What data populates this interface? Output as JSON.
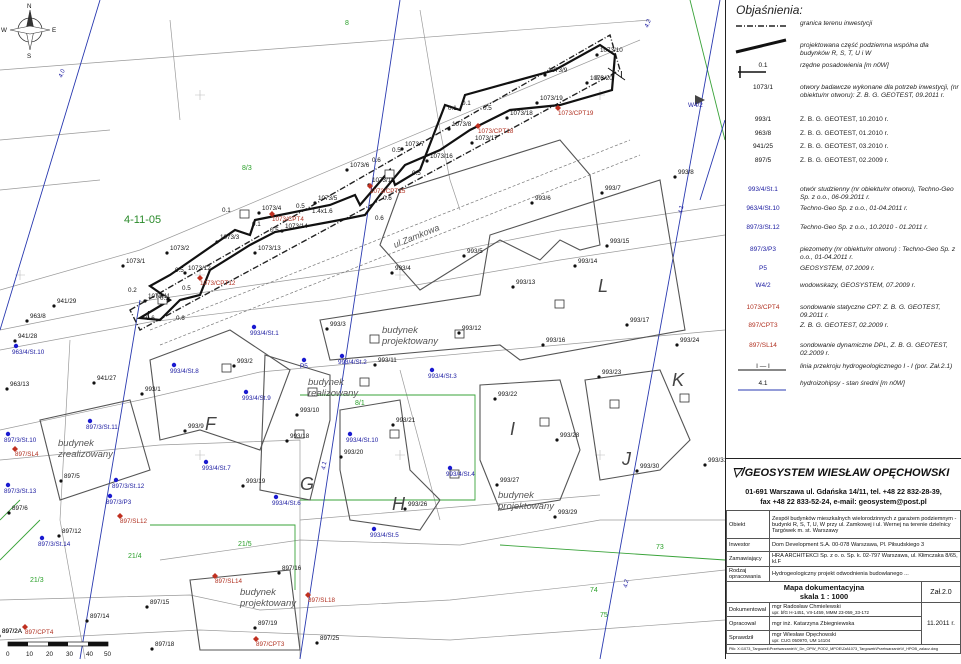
{
  "map": {
    "compass": {
      "n": "N",
      "s": "S",
      "e": "E",
      "w": "W"
    },
    "area_code": "4-11-05",
    "street": "ul.Zamkowa",
    "parcel_labels": [
      {
        "t": "8",
        "c": "g"
      },
      {
        "t": "8/3",
        "c": "g"
      },
      {
        "t": "8/1",
        "c": "g"
      },
      {
        "t": "21/3",
        "c": "g"
      },
      {
        "t": "21/4",
        "c": "g"
      },
      {
        "t": "21/5",
        "c": "g"
      },
      {
        "t": "73",
        "c": "g"
      },
      {
        "t": "74",
        "c": "g"
      },
      {
        "t": "75",
        "c": "g"
      },
      {
        "t": "1073/10"
      },
      {
        "t": "1073/20"
      },
      {
        "t": "1073/9"
      },
      {
        "t": "1073/19"
      },
      {
        "t": "1073/18"
      },
      {
        "t": "1073/8"
      },
      {
        "t": "1073/17"
      },
      {
        "t": "1073/7"
      },
      {
        "t": "1073/16"
      },
      {
        "t": "1073/6"
      },
      {
        "t": "1073/15"
      },
      {
        "t": "1073/5"
      },
      {
        "t": "1073/4"
      },
      {
        "t": "1073/14"
      },
      {
        "t": "1073/3"
      },
      {
        "t": "1073/13"
      },
      {
        "t": "1073/2"
      },
      {
        "t": "1073/12"
      },
      {
        "t": "1073/1"
      },
      {
        "t": "1073/11"
      },
      {
        "t": "993/8"
      },
      {
        "t": "993/7"
      },
      {
        "t": "993/6"
      },
      {
        "t": "993/5"
      },
      {
        "t": "993/4"
      },
      {
        "t": "993/3"
      },
      {
        "t": "993/2"
      },
      {
        "t": "993/1"
      },
      {
        "t": "993/15"
      },
      {
        "t": "993/14"
      },
      {
        "t": "993/13"
      },
      {
        "t": "993/12"
      },
      {
        "t": "993/11"
      },
      {
        "t": "993/17"
      },
      {
        "t": "993/16"
      },
      {
        "t": "993/24"
      },
      {
        "t": "993/23"
      },
      {
        "t": "993/22"
      },
      {
        "t": "993/21"
      },
      {
        "t": "993/20"
      },
      {
        "t": "993/10"
      },
      {
        "t": "993/9"
      },
      {
        "t": "993/28"
      },
      {
        "t": "993/30"
      },
      {
        "t": "993/31"
      },
      {
        "t": "993/27"
      },
      {
        "t": "993/26"
      },
      {
        "t": "993/29"
      },
      {
        "t": "993/19"
      },
      {
        "t": "993/18"
      },
      {
        "t": "963/8"
      },
      {
        "t": "963/13"
      },
      {
        "t": "941/29"
      },
      {
        "t": "941/28"
      },
      {
        "t": "941/27"
      },
      {
        "t": "897/2A"
      },
      {
        "t": "897/5"
      },
      {
        "t": "897/6"
      },
      {
        "t": "897/12"
      },
      {
        "t": "897/14"
      },
      {
        "t": "897/15"
      },
      {
        "t": "897/16"
      },
      {
        "t": "897/18"
      },
      {
        "t": "897/19"
      },
      {
        "t": "897/25"
      },
      {
        "t": "897/2A"
      }
    ],
    "blue_points": [
      "993/4/St.1",
      "993/4/St.2",
      "993/4/St.3",
      "993/4/St.4",
      "993/4/St.5",
      "993/4/St.6",
      "993/4/St.7",
      "993/4/St.8",
      "993/4/St.9",
      "993/4/St.10",
      "897/3/St.11",
      "897/3/St.12",
      "897/3/St.13",
      "897/3/St.14",
      "963/4/St.10",
      "897/3/St.10",
      "897/3/P3",
      "P5"
    ],
    "red_points": [
      "1073/CPT4",
      "1073/CPT12",
      "1073/CPT15",
      "1073/CPT18",
      "1073/CPT19",
      "897/SL4",
      "897/SL12",
      "897/SL14",
      "897/SL18",
      "897/CPT4",
      "897/CPT3"
    ],
    "buildings": [
      "F",
      "G",
      "H",
      "I",
      "J",
      "K",
      "L"
    ],
    "bud_text": [
      "budynek",
      "projektowany",
      "budynek",
      "realizowany",
      "budynek",
      "zrealizowany",
      "budynek",
      "projektowany",
      "budynek",
      "projektowany"
    ],
    "depths": [
      "0.1",
      "0.5",
      "0.5",
      "0.6",
      "0.1",
      "0.5",
      "0.6",
      "0.1",
      "0.5",
      "0.6",
      "1.4x1.6",
      "0.2",
      "0.5",
      "0.6",
      "0.1",
      "0.5",
      "0.6",
      "0.5",
      "0.1",
      "0.6"
    ],
    "isolines": [
      "4.0",
      "4.1",
      "4.2",
      "4.1",
      "4.2",
      "4.0",
      "4.1"
    ],
    "section": {
      "a": "I",
      "b": "I"
    },
    "w_points": [
      "W4/2"
    ],
    "scale": {
      "ticks": [
        "0",
        "10",
        "20",
        "30",
        "40",
        "50"
      ]
    }
  },
  "legend": {
    "title": "Objaśnienia:",
    "rows": [
      {
        "sym": "",
        "txt": "granica terenu inwestycji"
      },
      {
        "sym": "",
        "txt": "projektowana część podziemna wspólna dla budynków R, S, T, U i W"
      },
      {
        "sym": "0.1",
        "txt": "rzędne posadowienia [m n0W]"
      },
      {
        "sym": "1073/1",
        "txt": "otwory badawcze wykonane dla potrzeb inwestycji, (nr obiektu/nr otworu): Z. B. G. GEOTEST, 09.2011 r."
      },
      {
        "sym": "993/1",
        "txt": "Z. B. G. GEOTEST, 10.2010 r."
      },
      {
        "sym": "963/8",
        "txt": "Z. B. G. GEOTEST, 01.2010 r."
      },
      {
        "sym": "941/25",
        "txt": "Z. B. G. GEOTEST, 03.2010 r."
      },
      {
        "sym": "897/5",
        "txt": "Z. B. G. GEOTEST, 02.2009 r."
      },
      {
        "sym": "993/4/St.1",
        "txt": "otwór studzienny (nr obiektu/nr otworu), Techno-Geo Sp. z o.o., 06-09.2011 r."
      },
      {
        "sym": "963/4/St.10",
        "txt": "Techno-Geo Sp. z o.o., 01-04.2011 r."
      },
      {
        "sym": "897/3/St.12",
        "txt": "Techno-Geo Sp. z o.o., 10.2010 - 01.2011 r."
      },
      {
        "sym": "897/3/P3",
        "txt": "piezometry (nr obiektu/nr otworu) : Techno-Geo Sp. z o.o., 01-04.2011 r."
      },
      {
        "sym": "P5",
        "txt": "GEOSYSTEM, 07.2009 r."
      },
      {
        "sym": "W4/2",
        "txt": "wodowskazy, GEOSYSTEM, 07.2009 r."
      },
      {
        "sym": "1073/CPT4",
        "txt": "sondowanie statyczne CPT: Z. B. G. GEOTEST, 09.2011 r."
      },
      {
        "sym": "897/CPT3",
        "txt": "Z. B. G. GEOTEST, 02.2009 r."
      },
      {
        "sym": "897/SL14",
        "txt": "sondowanie dynamiczne DPL, Z. B. G. GEOTEST, 02.2009 r."
      },
      {
        "sym": "I — I",
        "txt": "linia przekroju hydrogeologicznego I - I (por. Zał.2.1)"
      },
      {
        "sym": "4.1",
        "txt": "hydroizohipsy - stan średni [m n0W]"
      }
    ],
    "company": {
      "name": "GEOSYSTEM WIESŁAW OPĘCHOWSKI",
      "address": "01-691 Warszawa ul. Gdańska 14/11, tel. +48 22 832-28-39,",
      "contact": "fax +48 22 833-52-24, e-mail: geosystem@post.pl"
    },
    "table": {
      "obiekt_label": "Obiekt",
      "obiekt": "Zespół budynków mieszkalnych wielorodzinnych z garażem podziemnym - budynki R, S, T, U, W przy ul. Zamkowej i ul. Wernej na terenie dzielnicy Targówek m. st. Warszawy",
      "inwestor_label": "Inwestor",
      "inwestor": "Dom Development S.A. 00-078 Warszawa, Pl. Piłsudskiego 3",
      "zam_label": "Zamawiający",
      "zam": "HRA ARCHITEKCI Sp. z o. o. Sp. k. 02-797 Warszawa, ul. Kłimczaka 8/65, kl.F",
      "rodzaj_label": "Rodzaj opracowania",
      "rodzaj": "Hydrogeologiczny projekt odwodnienia budowlanego ...",
      "map_title": "Mapa dokumentacyjna",
      "map_scale": "skala 1 : 1000",
      "zal": "Zał.2.0",
      "dok_label": "Dokumentował",
      "dok": "mgr Radosław Chmielewski",
      "dok_sub": "upr. bfG H-1451, VII-1459, MMM 23-059_33-172",
      "opr_label": "Opracował",
      "opr": "mgr inż. Katarzyna Zbiegniewska",
      "spr_label": "Sprawdził",
      "spr": "mgr Wiesław Opęchowski",
      "spr_sub": "upr. CUG 050970, UM 14104",
      "date": "11.2011 r.",
      "path": "Plik: X:\\1073_Targowek\\Przetwarzanie\\V_Dn_OPW_POD2_MPOE\\Zal\\1073_Targowek\\Przetwarzanie\\V_HPOB_zalacz.dwg"
    }
  }
}
